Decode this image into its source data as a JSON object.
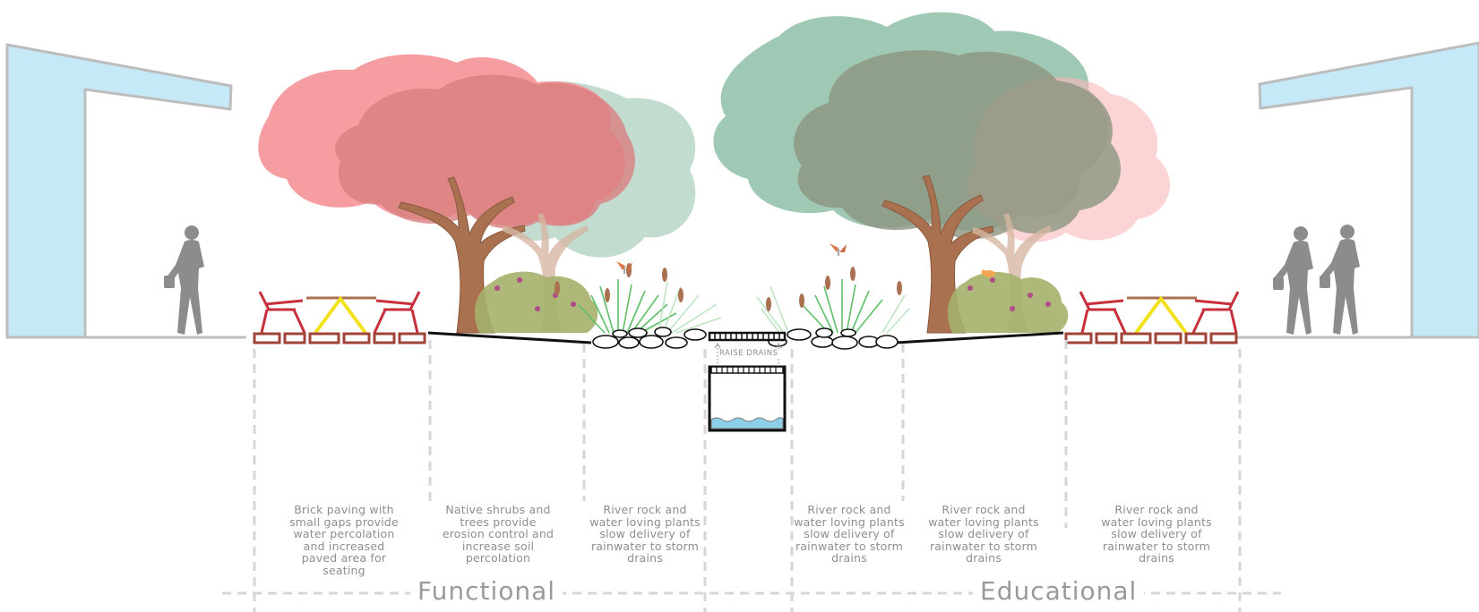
{
  "labels": {
    "raise_drains": "RAISE DRAINS",
    "functional": "Functional",
    "educational": "Educational"
  },
  "zones": [
    {
      "text": "Brick paving with small gaps provide water percolation and increased paved area for seating"
    },
    {
      "text": "Native shrubs and trees provide erosion control and increase soil percolation"
    },
    {
      "text": "River rock and water loving plants slow delivery of rainwater to storm drains"
    },
    {
      "text": "River rock and water loving plants slow delivery of rainwater to storm drains"
    },
    {
      "text": "River rock and water loving plants slow delivery of rainwater to storm drains"
    },
    {
      "text": "River rock and water loving plants slow delivery of rainwater to storm drains"
    }
  ],
  "colors": {
    "building_fill": "#c6e9f8",
    "building_stroke": "#bdbdbd",
    "pink_canopy": "#f58c92",
    "pink_canopy_light": "#f9b8bb",
    "green_canopy": "#8fbfa8",
    "green_canopy_dark": "#7a8f78",
    "trunk": "#a9714f",
    "chair_red": "#c7303b",
    "table_yellow": "#f2e21c",
    "brick": "#a0443a",
    "grass": "#5dbf68",
    "shrub": "#a4b06a",
    "water": "#8cd0ea",
    "guide_line": "#d6d6d6",
    "person": "#8c8c8c"
  }
}
